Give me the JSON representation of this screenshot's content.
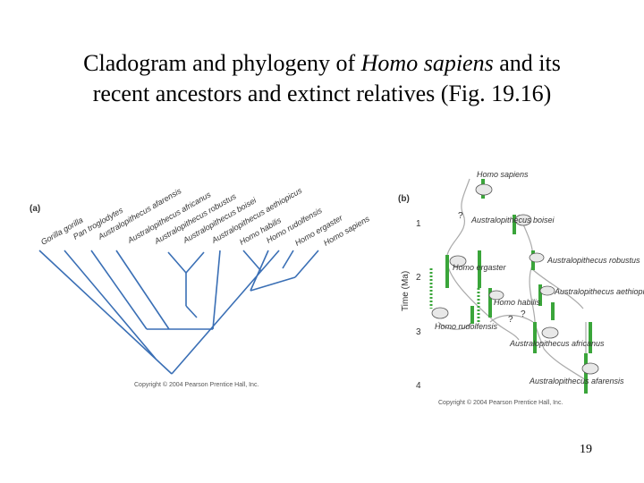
{
  "slide": {
    "title_part1": "Cladogram and phylogeny of ",
    "title_italic": "Homo sapiens",
    "title_part2": " and its",
    "title_line2": "recent ancestors and extinct relatives (Fig. 19.16)",
    "page_number": "19"
  },
  "cladogram": {
    "panel_label": "(a)",
    "taxa": [
      "Gorilla gorilla",
      "Pan troglodytes",
      "Australopithecus afarensis",
      "Australopithecus africanus",
      "Australopithecus robustus",
      "Australopithecus boisei",
      "Australopithecus aethiopicus",
      "Homo habilis",
      "Homo rudolfensis",
      "Homo ergaster",
      "Homo sapiens"
    ],
    "copyright": "Copyright © 2004 Pearson Prentice Hall, Inc."
  },
  "phylogeny": {
    "panel_label": "(b)",
    "axis_label": "Time (Ma)",
    "ticks": [
      "1",
      "2",
      "3",
      "4"
    ],
    "species": [
      "Homo sapiens",
      "Australopithecus boisei",
      "Homo ergaster",
      "Australopithecus robustus",
      "Homo habilis",
      "Australopithecus aethiopicus",
      "Homo rudolfensis",
      "Australopithecus africanus",
      "Australopithecus afarensis"
    ],
    "question_mark": "?",
    "copyright": "Copyright © 2004 Pearson Prentice Hall, Inc.",
    "colors": {
      "lineage": "#3aa53a",
      "branch": "#aaaaaa"
    }
  },
  "colors": {
    "cladogram_line": "#3a6fb5"
  }
}
